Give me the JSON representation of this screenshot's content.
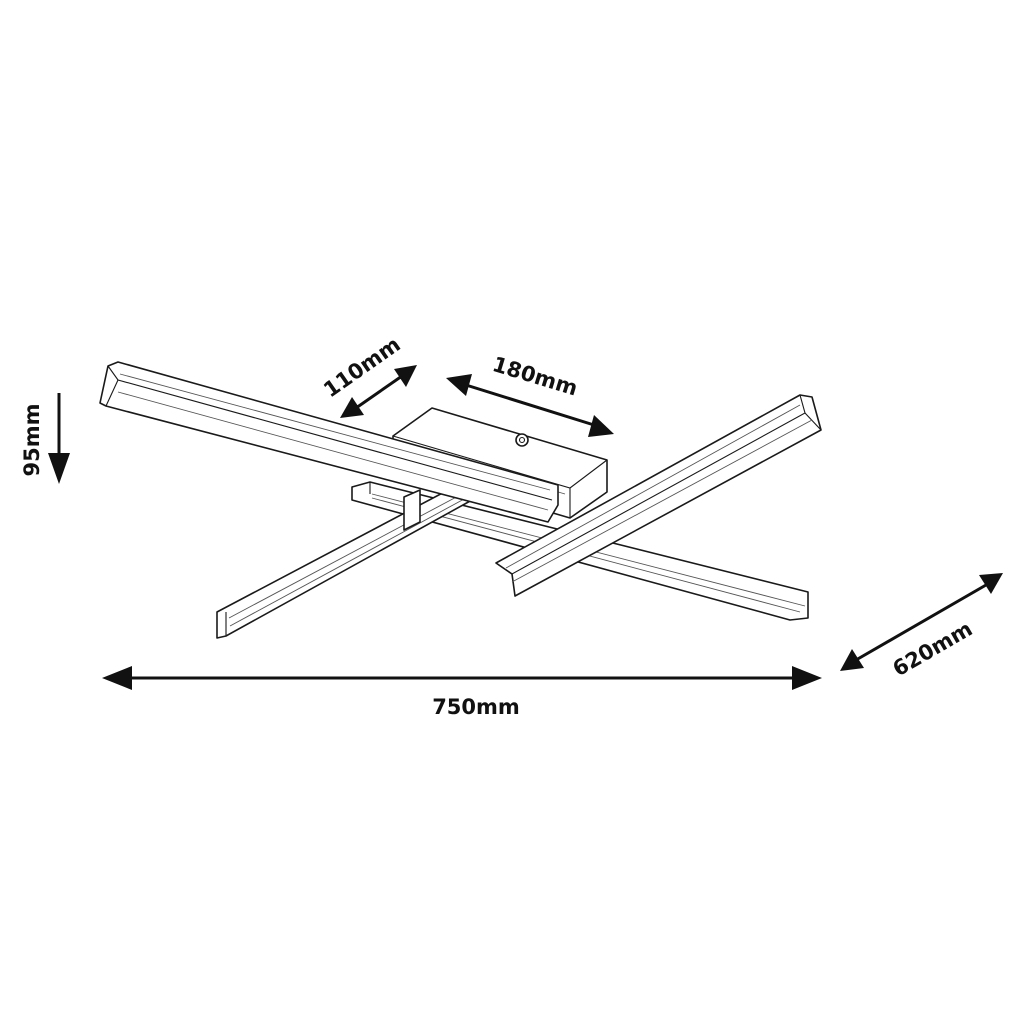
{
  "dimensions": {
    "width": "750mm",
    "depth": "620mm",
    "height": "95mm",
    "canopy_length": "180mm",
    "canopy_width": "110mm"
  },
  "colors": {
    "line": "#1a1a1a",
    "background": "#ffffff",
    "arrow": "#111111"
  }
}
